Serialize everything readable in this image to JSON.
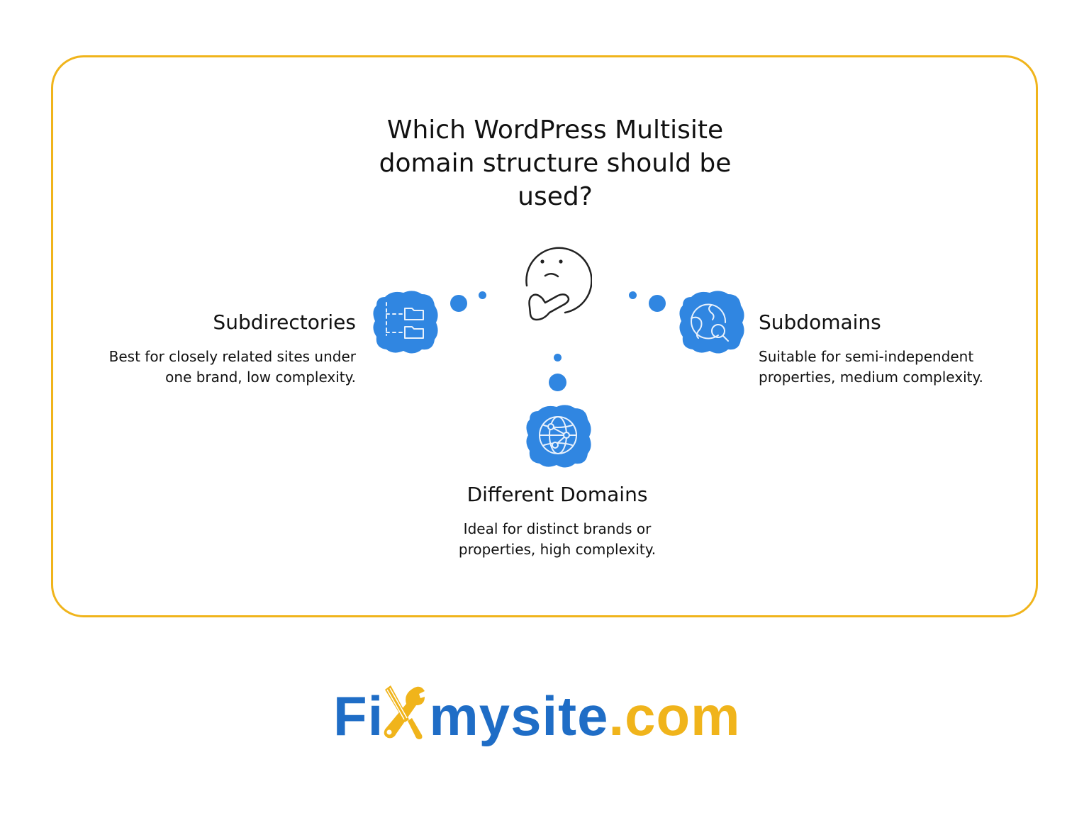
{
  "question": {
    "title": "Which WordPress Multisite domain structure should be used?"
  },
  "center_icon": "thinking-face-icon",
  "options": [
    {
      "id": "subdirectories",
      "title": "Subdirectories",
      "description_line1": "Best for closely related sites under",
      "description_line2": "one brand, low complexity.",
      "icon": "folder-tree-icon"
    },
    {
      "id": "subdomains",
      "title": "Subdomains",
      "description_line1": "Suitable for semi-independent",
      "description_line2": "properties, medium complexity.",
      "icon": "globe-search-icon"
    },
    {
      "id": "different-domains",
      "title": "Different Domains",
      "description_line1": "Ideal for distinct brands or",
      "description_line2": "properties, high complexity.",
      "icon": "globe-network-icon"
    }
  ],
  "logo": {
    "part1": "Fi",
    "part2": "mysite",
    "part3": ".com",
    "tool_icon": "wrench-screwdriver-icon"
  },
  "colors": {
    "accent_blue": "#3086e1",
    "logo_blue": "#1f6dc6",
    "frame_gold": "#f0b41b",
    "text": "#111111"
  }
}
